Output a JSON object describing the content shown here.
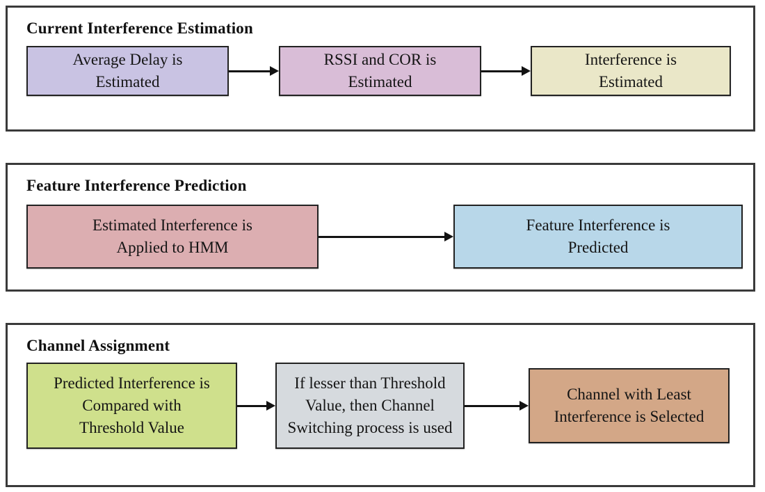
{
  "page": {
    "background_color": "#ffffff",
    "panel_border_color": "#3a3a3a",
    "box_border_color": "#222222",
    "text_color": "#141414",
    "arrow_color": "#121212"
  },
  "panels": [
    {
      "title": "Current Interference Estimation",
      "boxes": [
        {
          "label": "Average Delay is\nEstimated",
          "color": "#c9c3e3"
        },
        {
          "label": "RSSI and COR is\nEstimated",
          "color": "#d9bdd7"
        },
        {
          "label": "Interference is\nEstimated",
          "color": "#eae7c8"
        }
      ]
    },
    {
      "title": "Feature Interference Prediction",
      "boxes": [
        {
          "label": "Estimated Interference is\nApplied to HMM",
          "color": "#dcaeb1"
        },
        {
          "label": "Feature Interference is\nPredicted",
          "color": "#b8d7e9"
        }
      ]
    },
    {
      "title": "Channel Assignment",
      "boxes": [
        {
          "label": "Predicted Interference is\nCompared with\nThreshold Value",
          "color": "#cfe08c"
        },
        {
          "label": "If lesser than Threshold\nValue, then Channel\nSwitching process is used",
          "color": "#d6dade"
        },
        {
          "label": "Channel with Least\nInterference is Selected",
          "color": "#d3a787"
        }
      ]
    }
  ]
}
